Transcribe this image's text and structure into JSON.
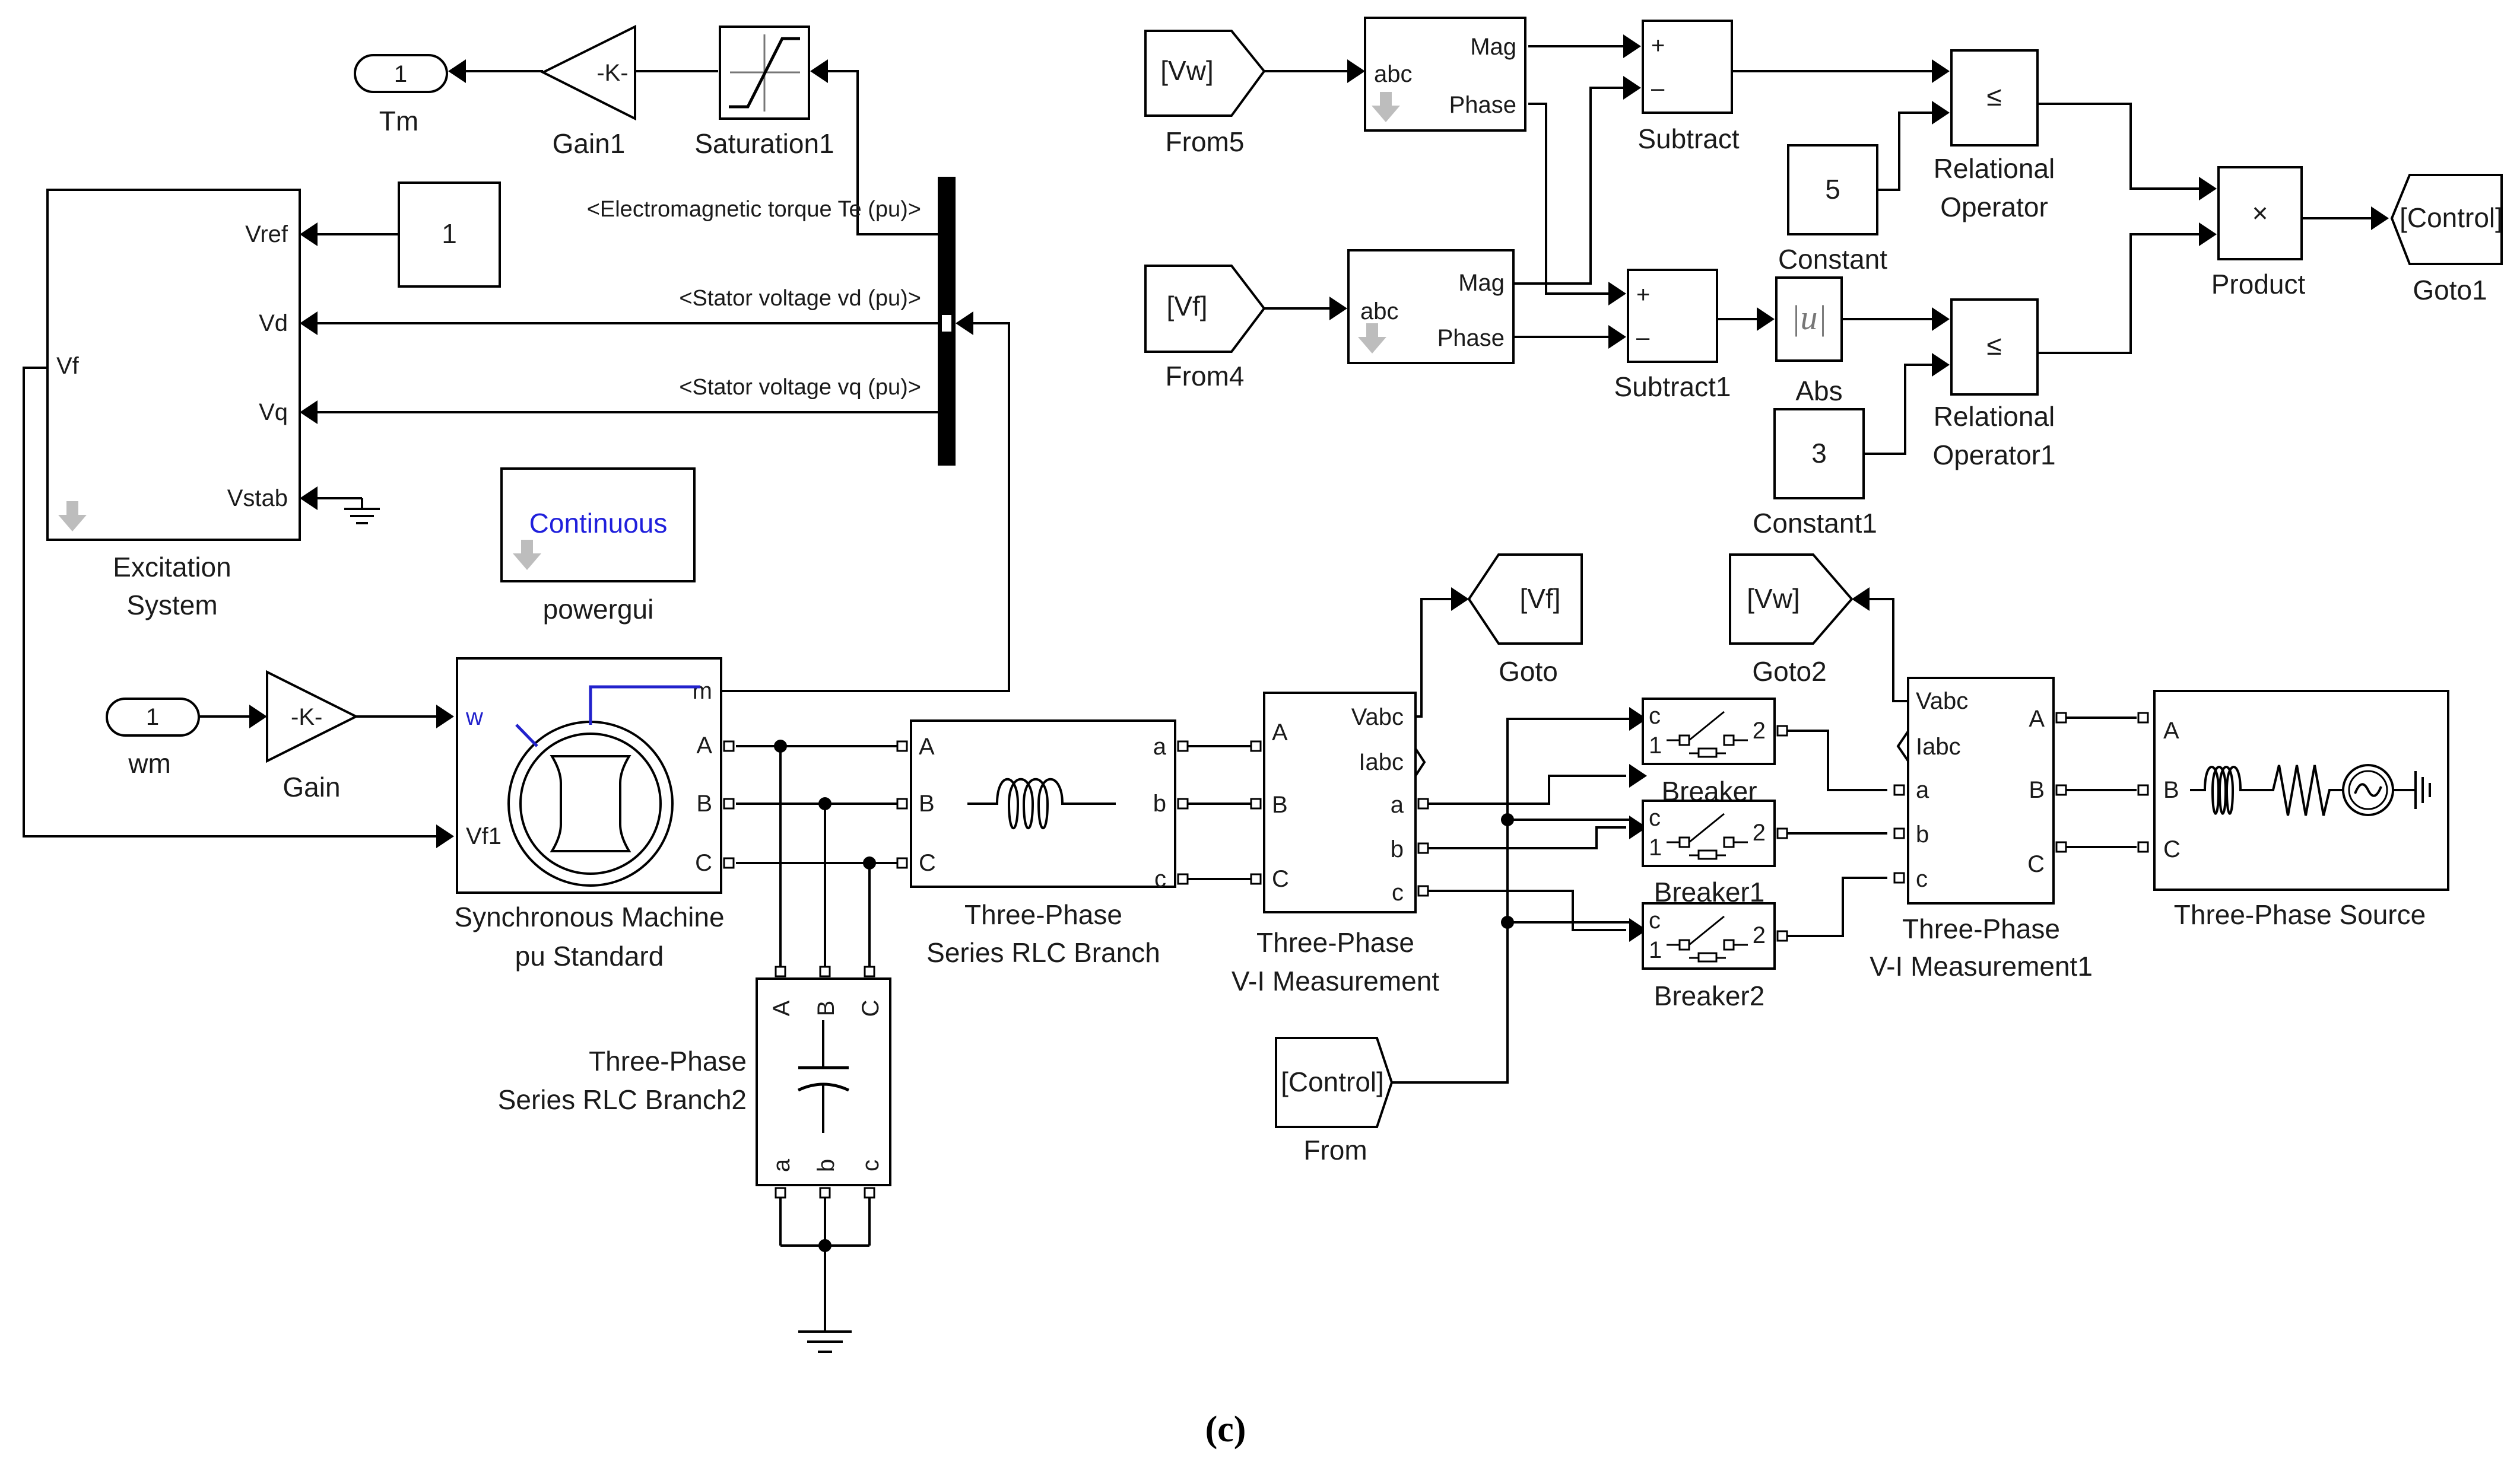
{
  "caption": "(c)",
  "blocks": {
    "tm": {
      "port": "1",
      "name": "Tm"
    },
    "gain1": {
      "text": "-K-",
      "name": "Gain1"
    },
    "saturation1": {
      "name": "Saturation1"
    },
    "excitation": {
      "name_line1": "Excitation",
      "name_line2": "System",
      "ports": [
        "Vref",
        "Vd",
        "Vq",
        "Vstab",
        "Vf"
      ]
    },
    "const_vref": {
      "value": "1"
    },
    "bus_signals": [
      "<Electromagnetic torque  Te (pu)>",
      "<Stator voltage  vd (pu)>",
      "<Stator voltage  vq (pu)>"
    ],
    "powergui": {
      "text": "Continuous",
      "name": "powergui"
    },
    "wm": {
      "port": "1",
      "name": "wm"
    },
    "gain": {
      "text": "-K-",
      "name": "Gain"
    },
    "sync_machine": {
      "name_line1": "Synchronous Machine",
      "name_line2": "pu Standard",
      "ports": [
        "w",
        "Vf1",
        "m",
        "A",
        "B",
        "C"
      ]
    },
    "rlc1": {
      "name_line1": "Three-Phase",
      "name_line2": "Series RLC Branch",
      "ports": [
        "A",
        "B",
        "C",
        "a",
        "b",
        "c"
      ]
    },
    "rlc2": {
      "name_line1": "Three-Phase",
      "name_line2": "Series RLC Branch2",
      "ports": [
        "A",
        "B",
        "C",
        "a",
        "b",
        "c"
      ]
    },
    "vi1": {
      "name_line1": "Three-Phase",
      "name_line2": "V-I Measurement",
      "ports": [
        "A",
        "B",
        "C",
        "Vabc",
        "Iabc",
        "a",
        "b",
        "c"
      ]
    },
    "goto_vf": {
      "tag": "[Vf]",
      "name": "Goto"
    },
    "goto2_vw": {
      "tag": "[Vw]",
      "name": "Goto2"
    },
    "breakers": [
      {
        "name": "Breaker"
      },
      {
        "name": "Breaker1"
      },
      {
        "name": "Breaker2"
      }
    ],
    "breaker_ports": [
      "c",
      "1",
      "2"
    ],
    "vi2": {
      "name_line1": "Three-Phase",
      "name_line2": "V-I Measurement1",
      "ports": [
        "Vabc",
        "Iabc",
        "a",
        "b",
        "c",
        "A",
        "B",
        "C"
      ]
    },
    "source": {
      "name": "Three-Phase Source",
      "ports": [
        "A",
        "B",
        "C"
      ]
    },
    "from_control": {
      "tag": "[Control]",
      "name": "From"
    },
    "from5": {
      "tag": "[Vw]",
      "name": "From5"
    },
    "from4": {
      "tag": "[Vf]",
      "name": "From4"
    },
    "c2p_top": {
      "in": "abc",
      "out1": "Mag",
      "out2": "Phase"
    },
    "c2p_bot": {
      "in": "abc",
      "out1": "Mag",
      "out2": "Phase"
    },
    "subtract": {
      "name": "Subtract",
      "plus": "+",
      "minus": "–"
    },
    "subtract1": {
      "name": "Subtract1",
      "plus": "+",
      "minus": "–"
    },
    "abs": {
      "text": "|u|",
      "name": "Abs"
    },
    "constant": {
      "value": "5",
      "name": "Constant"
    },
    "constant1": {
      "value": "3",
      "name": "Constant1"
    },
    "relop": {
      "symbol": "≤",
      "name_line1": "Relational",
      "name_line2": "Operator"
    },
    "relop1": {
      "symbol": "≤",
      "name_line1": "Relational",
      "name_line2": "Operator1"
    },
    "product": {
      "symbol": "×",
      "name": "Product"
    },
    "goto1": {
      "tag": "[Control]",
      "name": "Goto1"
    }
  },
  "colors": {
    "wire": "#000000",
    "block_border": "#000000",
    "powergui_text": "#1f1fdc",
    "machine_accent": "#2222cc",
    "shadow_arrow": "#bdbdbd"
  }
}
